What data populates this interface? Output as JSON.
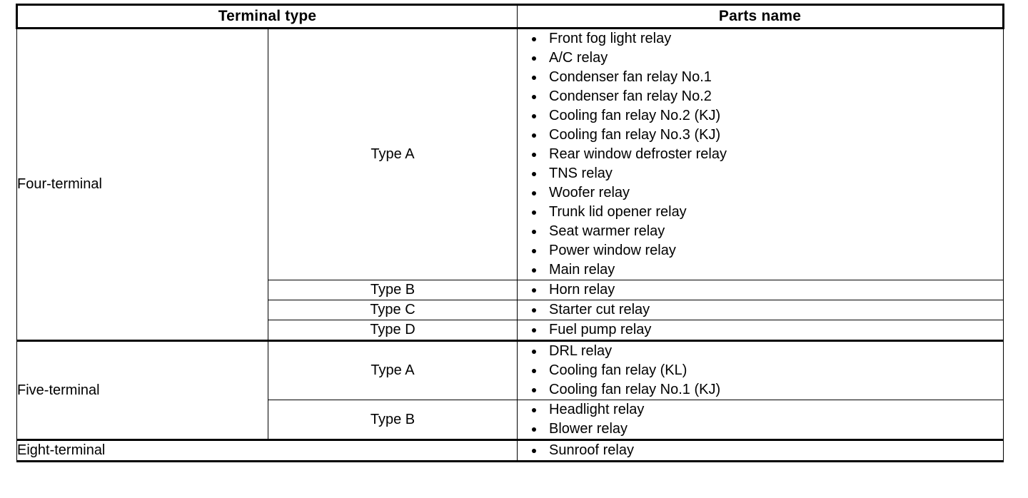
{
  "table": {
    "headers": {
      "terminal_type": "Terminal type",
      "parts_name": "Parts name"
    },
    "groups": [
      {
        "terminal_label": "Four-terminal",
        "types": [
          {
            "type_label": "Type A",
            "parts": [
              "Front fog light relay",
              "A/C relay",
              "Condenser fan relay No.1",
              "Condenser fan relay No.2",
              "Cooling fan relay No.2 (KJ)",
              "Cooling fan relay No.3 (KJ)",
              "Rear window defroster relay",
              "TNS relay",
              "Woofer relay",
              "Trunk lid opener relay",
              "Seat warmer relay",
              "Power window relay",
              "Main relay"
            ]
          },
          {
            "type_label": "Type B",
            "parts": [
              "Horn relay"
            ]
          },
          {
            "type_label": "Type C",
            "parts": [
              "Starter cut relay"
            ]
          },
          {
            "type_label": "Type D",
            "parts": [
              "Fuel pump relay"
            ]
          }
        ]
      },
      {
        "terminal_label": "Five-terminal",
        "types": [
          {
            "type_label": "Type A",
            "parts": [
              "DRL relay",
              "Cooling fan relay (KL)",
              "Cooling fan relay No.1 (KJ)"
            ]
          },
          {
            "type_label": "Type B",
            "parts": [
              "Headlight relay",
              "Blower relay"
            ]
          }
        ]
      },
      {
        "terminal_label": "Eight-terminal",
        "types": [
          {
            "type_label": "",
            "parts": [
              "Sunroof relay"
            ]
          }
        ]
      }
    ]
  },
  "colors": {
    "ink": "#000000",
    "paper": "#ffffff"
  }
}
